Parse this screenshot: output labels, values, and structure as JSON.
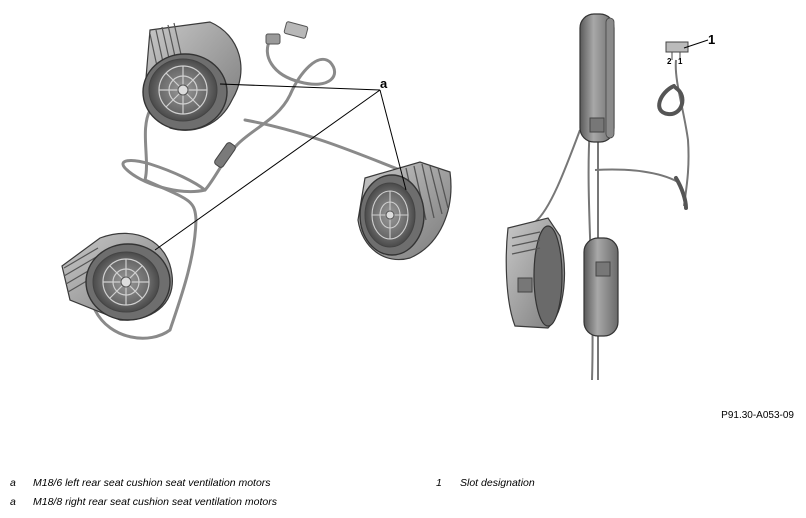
{
  "diagram": {
    "callout_a": "a",
    "callout_1": "1",
    "pin_label_2": "2",
    "pin_label_1": "1",
    "reference_code": "P91.30-A053-09"
  },
  "legend": [
    {
      "key": "a",
      "text": "M18/6 left rear seat cushion seat ventilation motors"
    },
    {
      "key": "a",
      "text": "M18/8 right rear seat cushion seat ventilation motors"
    },
    {
      "key": "1",
      "text": "Slot designation"
    }
  ]
}
